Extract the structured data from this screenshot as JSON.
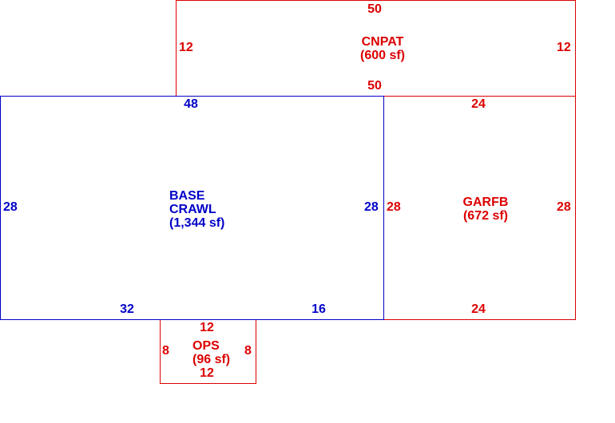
{
  "colors": {
    "base": "#0000c8",
    "addition": "#dc0000",
    "background": "#ffffff"
  },
  "areas": {
    "cnpat": {
      "name": "CNPAT",
      "area": "(600 sf)",
      "top": "50",
      "bottom": "50",
      "left": "12",
      "right": "12"
    },
    "base": {
      "name_line1": "BASE",
      "name_line2": "CRAWL",
      "area": "(1,344 sf)",
      "top": "48",
      "left": "28",
      "right": "28",
      "bottom_left": "32",
      "bottom_right": "16"
    },
    "garfb": {
      "name": "GARFB",
      "area": "(672 sf)",
      "top": "24",
      "bottom": "24",
      "left": "28",
      "right": "28"
    },
    "ops": {
      "name": "OPS",
      "area": "(96 sf)",
      "top": "12",
      "bottom": "12",
      "left": "8",
      "right": "8"
    }
  }
}
